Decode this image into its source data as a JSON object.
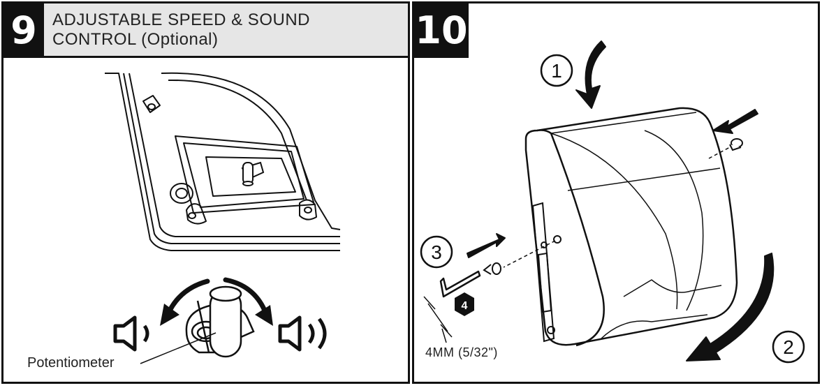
{
  "panel_9": {
    "step_number": "9",
    "title": "ADJUSTABLE SPEED & SOUND\nCONTROL (Optional)",
    "callout": "Potentiometer"
  },
  "panel_10": {
    "step_number": "10",
    "callouts": [
      "1",
      "2",
      "3"
    ],
    "hex_size_badge": "4",
    "wrench_size": "4MM (5/32\")"
  }
}
